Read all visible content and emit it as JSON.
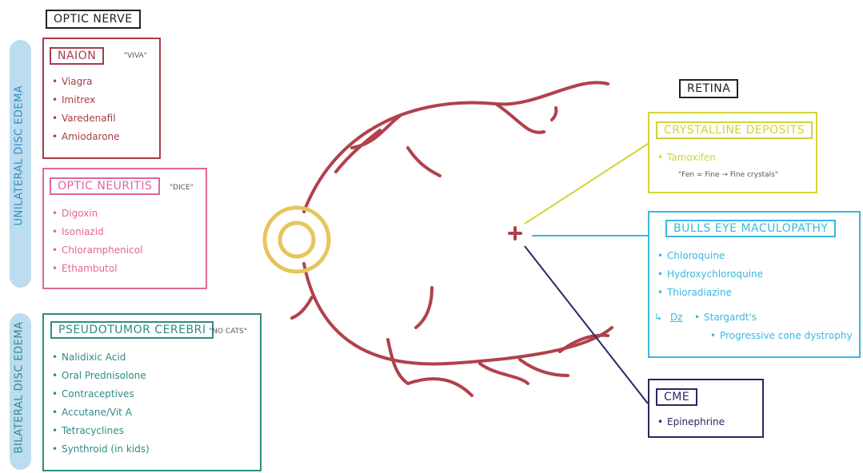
{
  "headers": {
    "optic_nerve": "OPTIC NERVE",
    "retina": "RETINA"
  },
  "side_labels": {
    "unilateral": "UNILATERAL DISC EDEMA",
    "bilateral": "BILATERAL DISC EDEMA"
  },
  "naion": {
    "title": "NAION",
    "mnemonic": "\"VIVA\"",
    "items": [
      "Viagra",
      "Imitrex",
      "Varedenafil",
      "Amiodarone"
    ]
  },
  "optic_neuritis": {
    "title": "OPTIC NEURITIS",
    "mnemonic": "\"DICE\"",
    "items": [
      "Digoxin",
      "Isoniazid",
      "Chloramphenicol",
      "Ethambutol"
    ]
  },
  "pseudotumor": {
    "title": "PSEUDOTUMOR CEREBRI",
    "mnemonic": "\"NO CATS\"",
    "items": [
      "Nalidixic Acid",
      "Oral Prednisolone",
      "Contraceptives",
      "Accutane/Vit A",
      "Tetracyclines",
      "Synthroid (in kids)"
    ]
  },
  "crystalline": {
    "title": "CRYSTALLINE DEPOSITS",
    "items": [
      "Tamoxifen"
    ],
    "note": "\"Fen = Fine → Fine crystals\""
  },
  "bulls_eye": {
    "title": "BULLS EYE MACULOPATHY",
    "items": [
      "Chloroquine",
      "Hydroxychloroquine",
      "Thioradiazine"
    ],
    "dz_label": "Dz",
    "dz_items": [
      "Stargardt's",
      "Progressive cone dystrophy"
    ]
  },
  "cme": {
    "title": "CME",
    "items": [
      "Epinephrine"
    ]
  },
  "colors": {
    "naion": "#a63d47",
    "optic_neuritis": "#e3659a",
    "pseudotumor": "#2e8c84",
    "crystalline": "#d2d436",
    "bulls_eye": "#3ab8e0",
    "cme": "#2b2663",
    "vessel": "#b0414d",
    "disc": "#e5c65c",
    "pill": "#bcdcef",
    "macula": "#b0414d"
  }
}
